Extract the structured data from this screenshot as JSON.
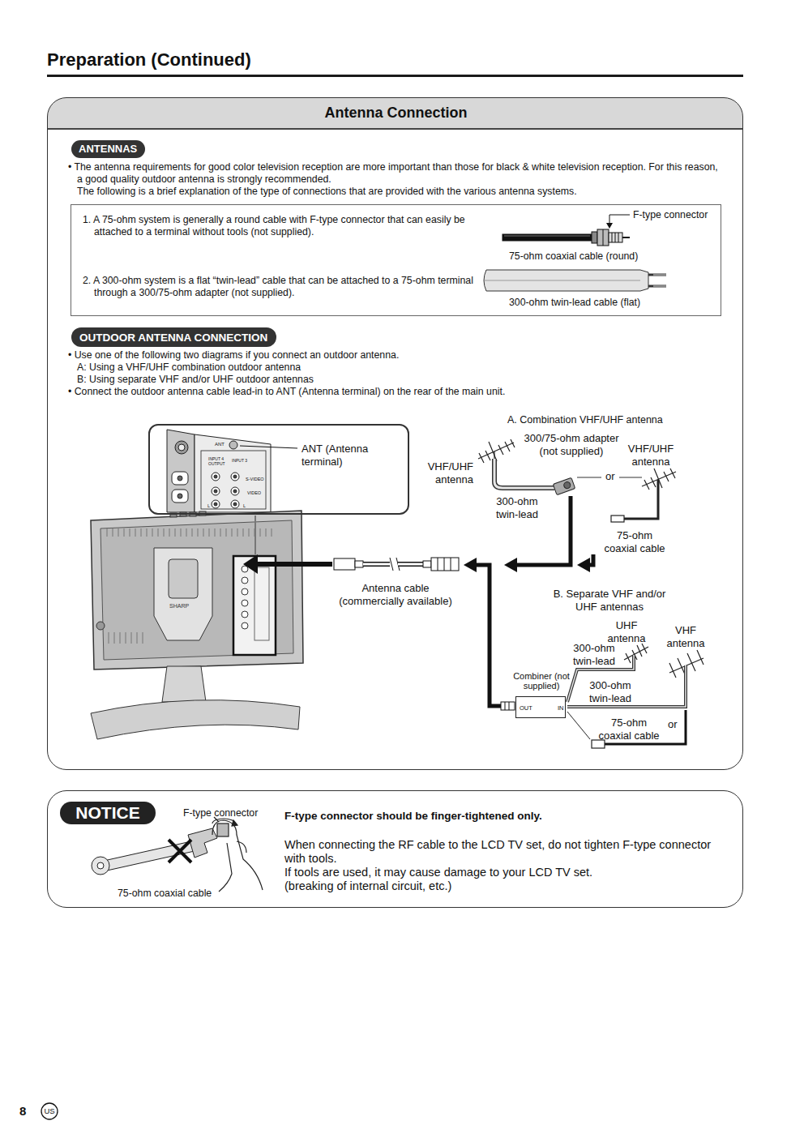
{
  "diagram": {
    "title": "Preparation (Continued)",
    "nodes": [
      {
        "text": [
          "Antenna Connection"
        ]
      },
      {
        "text": [
          "ANTENNAS"
        ],
        "in": 0
      },
      {
        "text": [
          "1. A 75-ohm system is generally a round cable with F-type connector that can easily be attached to a terminal without tools (not supplied).",
          "2. A 300-ohm system is a flat “twin-lead” cable that can be attached to a 75-ohm terminal through a 300/75-ohm adapter (not supplied)."
        ],
        "in": 0
      },
      {
        "text": [
          "OUTDOOR ANTENNA CONNECTION"
        ],
        "in": 0
      },
      {
        "text": [
          "ANT",
          "INPUT 4 OUTPUT",
          "INPUT 3",
          "S-VIDEO",
          "VIDEO",
          "L",
          "L"
        ],
        "in": 0
      },
      {
        "text": [
          "Combiner (not supplied)",
          "OUT",
          "IN"
        ],
        "in": 0
      },
      {
        "text": [
          "F-type connector should be finger-tightened only.",
          "When connecting the RF cable to the LCD TV set, do not tighten F-type connector with tools.",
          "If tools are used, it may cause damage to your LCD TV set.",
          "(breaking of internal circuit, etc.)"
        ]
      },
      {
        "text": [
          "NOTICE"
        ],
        "in": 6
      }
    ],
    "labels": [
      "• The antenna requirements for good color television reception are more important than those for black & white television reception. For this reason, a good quality outdoor antenna is strongly recommended.",
      "The following is a brief explanation of the type of connections that are provided with the various antenna systems.",
      "F-type connector",
      "75-ohm coaxial cable (round)",
      "300-ohm twin-lead cable (flat)",
      "• Use one of the following two diagrams if you connect an outdoor antenna.",
      "A: Using a VHF/UHF combination outdoor antenna",
      "B: Using separate VHF and/or UHF outdoor antennas",
      "• Connect the outdoor antenna cable lead-in to ANT (Antenna terminal) on the rear of the main unit.",
      "ANT (Antenna terminal)",
      "A. Combination VHF/UHF antenna",
      "VHF/UHF antenna",
      "300/75-ohm adapter (not supplied)",
      "or",
      "VHF/UHF antenna",
      "300-ohm twin-lead",
      "75-ohm coaxial cable",
      "Antenna cable (commercially available)",
      "B. Separate VHF and/or UHF antennas",
      "UHF antenna",
      "VHF antenna",
      "300-ohm twin-lead",
      "300-ohm twin-lead",
      "75-ohm coaxial cable",
      "or",
      "F-type connector",
      "75-ohm coaxial cable",
      "8",
      "US",
      "SHARP"
    ]
  }
}
